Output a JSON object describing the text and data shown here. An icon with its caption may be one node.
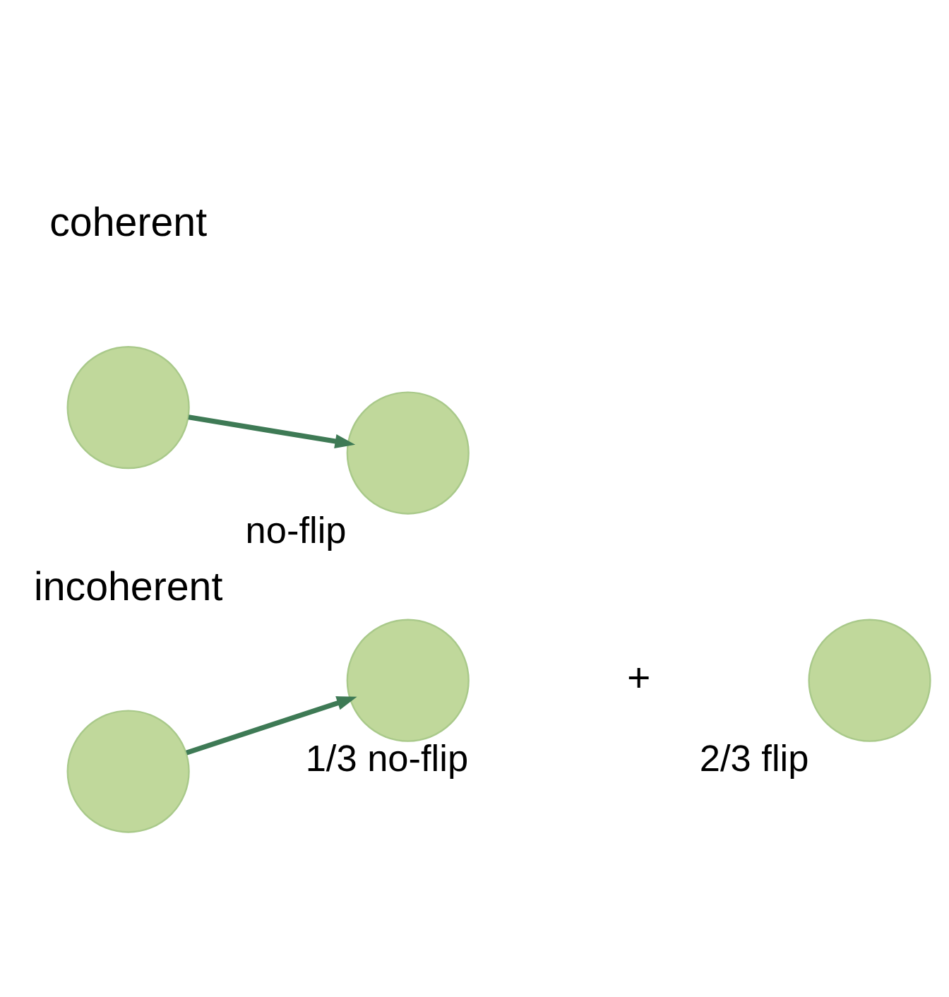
{
  "diagram": {
    "nodes": [
      {
        "text": [],
        "shape": "circle"
      },
      {
        "text": [],
        "shape": "circle",
        "beside": [
          "no-flip"
        ]
      },
      {
        "text": [],
        "shape": "circle"
      },
      {
        "text": [],
        "shape": "circle",
        "beside": [
          "1/3 no-flip"
        ]
      },
      {
        "text": [],
        "shape": "circle",
        "beside": [
          "2/3 flip"
        ]
      }
    ],
    "edges": [
      {
        "from": 0,
        "to": 1,
        "arrow": "to"
      },
      {
        "from": 2,
        "to": 3,
        "arrow": "to"
      }
    ],
    "labels": [
      "coherent",
      "incoherent",
      "+"
    ]
  }
}
